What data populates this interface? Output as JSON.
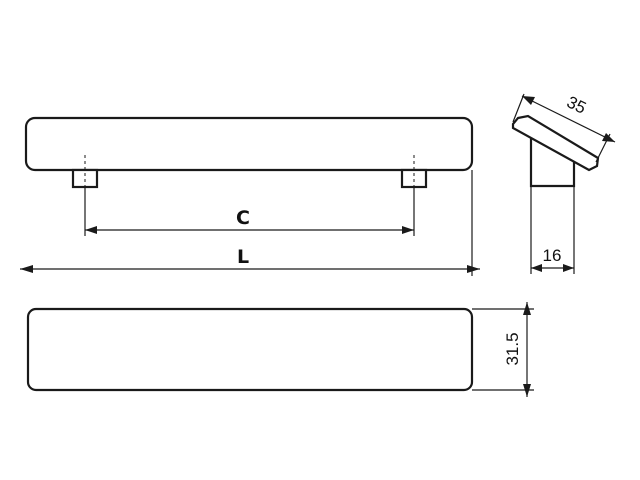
{
  "dimensions": {
    "center_distance": "C",
    "overall_length": "L",
    "depth": "35",
    "foot_width": "16",
    "height": "31.5"
  },
  "colors": {
    "line": "#1a1a1a",
    "background": "#ffffff"
  }
}
